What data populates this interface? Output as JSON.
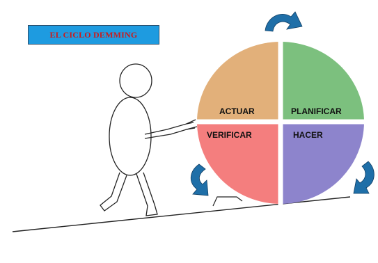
{
  "title": "EL CICLO DEMMING",
  "quadrants": {
    "actuar": {
      "label": "ACTUAR",
      "color": "#e2b07a"
    },
    "planificar": {
      "label": "PLANIFICAR",
      "color": "#7cc07e"
    },
    "verificar": {
      "label": "VERIFICAR",
      "color": "#f47e7e"
    },
    "hacer": {
      "label": "HACER",
      "color": "#8d84cc"
    }
  },
  "colors": {
    "title_bg": "#1e9be0",
    "title_text": "#cc1a1a",
    "arrow": "#1f6fa8",
    "line": "#222222"
  }
}
